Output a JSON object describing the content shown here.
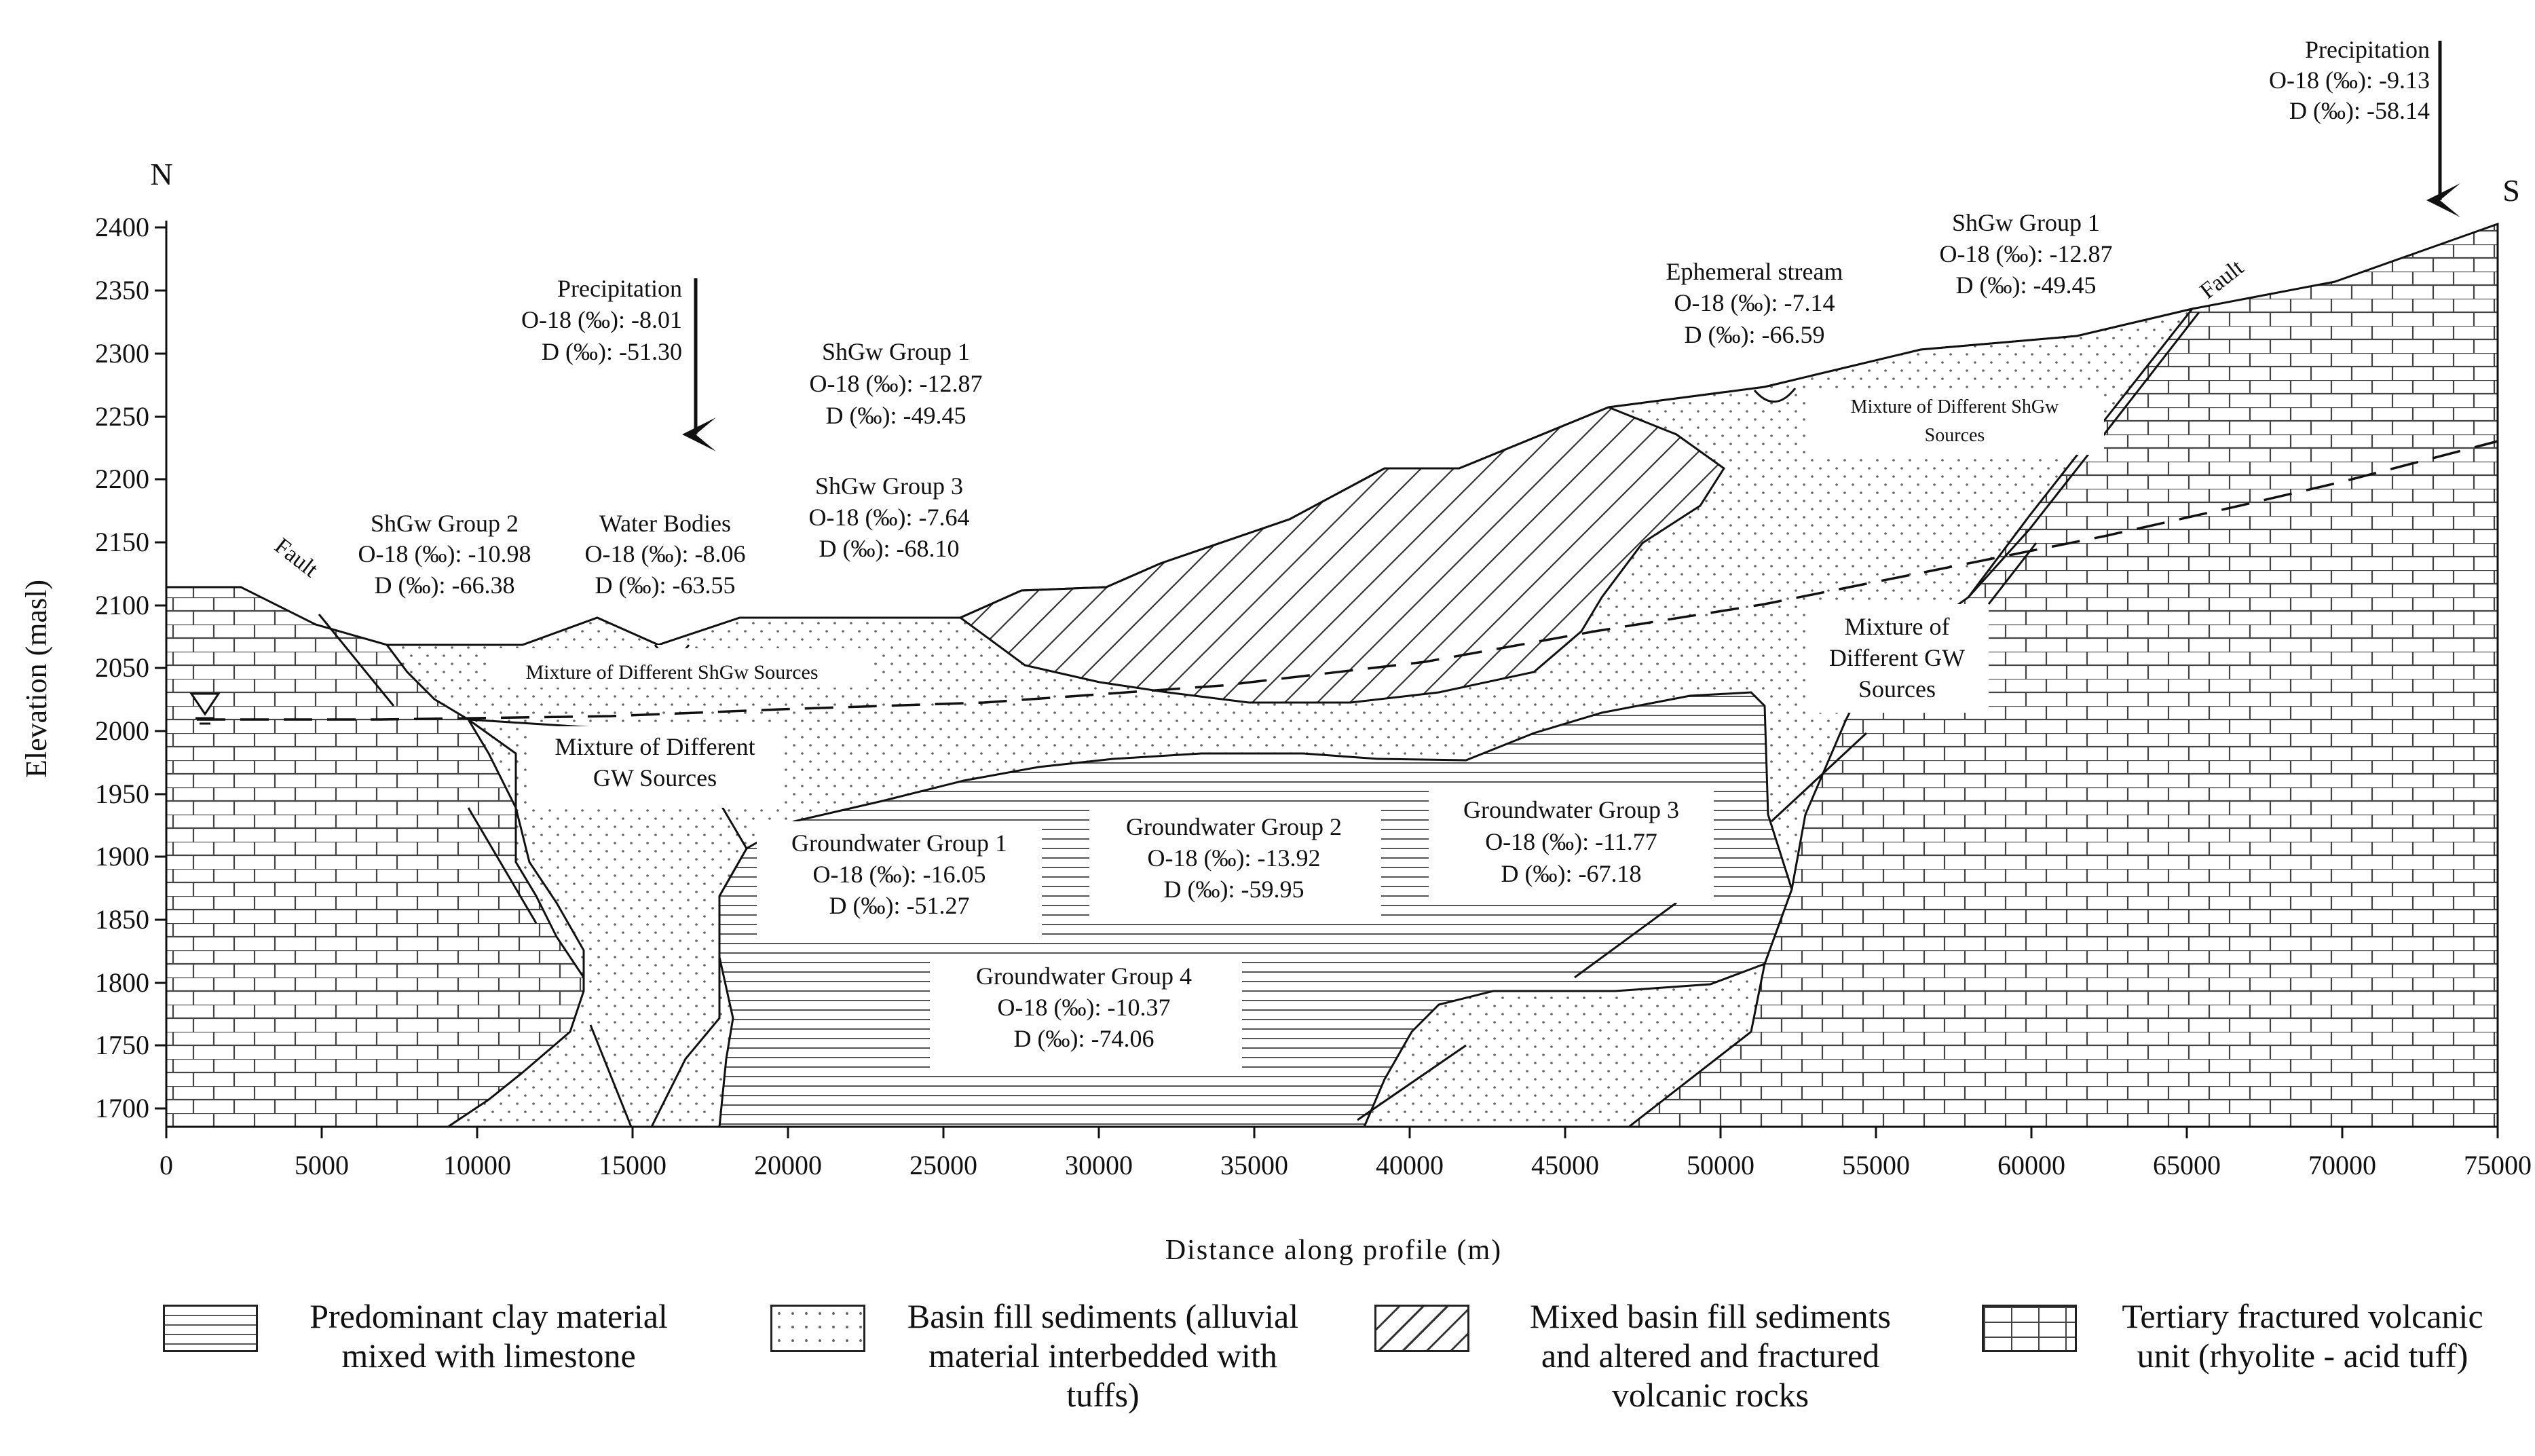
{
  "axes": {
    "y_label": "Elevation (masl)",
    "x_label": "Distance along profile (m)",
    "y_ticks": [
      "2400",
      "2350",
      "2300",
      "2250",
      "2200",
      "2150",
      "2100",
      "2050",
      "2000",
      "1950",
      "1900",
      "1850",
      "1800",
      "1750",
      "1700"
    ],
    "x_ticks": [
      "0",
      "5000",
      "10000",
      "15000",
      "20000",
      "25000",
      "30000",
      "35000",
      "40000",
      "45000",
      "50000",
      "55000",
      "60000",
      "65000",
      "70000",
      "75000"
    ]
  },
  "compass": {
    "north": "N",
    "south": "S"
  },
  "annotations": {
    "precip_right": {
      "title": "Precipitation",
      "o18": "O-18 (‰): -9.13",
      "d": "D (‰): -58.14"
    },
    "precip_left": {
      "title": "Precipitation",
      "o18": "O-18 (‰): -8.01",
      "d": "D (‰): -51.30"
    },
    "shgw1_left": {
      "title": "ShGw Group 1",
      "o18": "O-18 (‰): -12.87",
      "d": "D (‰): -49.45"
    },
    "shgw3": {
      "title": "ShGw Group 3",
      "o18": "O-18 (‰): -7.64",
      "d": "D (‰): -68.10"
    },
    "shgw2": {
      "title": "ShGw Group 2",
      "o18": "O-18 (‰): -10.98",
      "d": "D (‰): -66.38"
    },
    "water_bodies": {
      "title": "Water Bodies",
      "o18": "O-18 (‰): -8.06",
      "d": "D (‰): -63.55"
    },
    "ephemeral": {
      "title": "Ephemeral stream",
      "o18": "O-18 (‰): -7.14",
      "d": "D (‰): -66.59"
    },
    "shgw1_right": {
      "title": "ShGw Group 1",
      "o18": "O-18 (‰): -12.87",
      "d": "D (‰): -49.45"
    },
    "gw1": {
      "title": "Groundwater Group 1",
      "o18": "O-18 (‰): -16.05",
      "d": "D (‰): -51.27"
    },
    "gw2": {
      "title": "Groundwater Group 2",
      "o18": "O-18 (‰): -13.92",
      "d": "D (‰): -59.95"
    },
    "gw3": {
      "title": "Groundwater Group 3",
      "o18": "O-18 (‰): -11.77",
      "d": "D (‰): -67.18"
    },
    "gw4": {
      "title": "Groundwater Group 4",
      "o18": "O-18 (‰): -10.37",
      "d": "D (‰): -74.06"
    }
  },
  "zone_labels": {
    "mix_shgw_left": "Mixture of Different ShGw Sources",
    "mix_gw_left_1": "Mixture of Different",
    "mix_gw_left_2": "GW Sources",
    "mix_shgw_right_1": "Mixture of Different ShGw",
    "mix_shgw_right_2": "Sources",
    "mix_gw_right_1": "Mixture of",
    "mix_gw_right_2": "Different GW",
    "mix_gw_right_3": "Sources",
    "fault_left": "Fault",
    "fault_right": "Fault"
  },
  "legend": [
    {
      "pattern": "clay",
      "label": "Predominant clay material\nmixed with limestone"
    },
    {
      "pattern": "basin",
      "label": "Basin fill sediments (alluvial\nmaterial interbedded with\ntuffs)"
    },
    {
      "pattern": "mixed",
      "label": "Mixed basin fill sediments\nand altered and fractured\nvolcanic rocks"
    },
    {
      "pattern": "volcanic",
      "label": "Tertiary fractured volcanic\nunit (rhyolite - acid tuff)"
    }
  ]
}
